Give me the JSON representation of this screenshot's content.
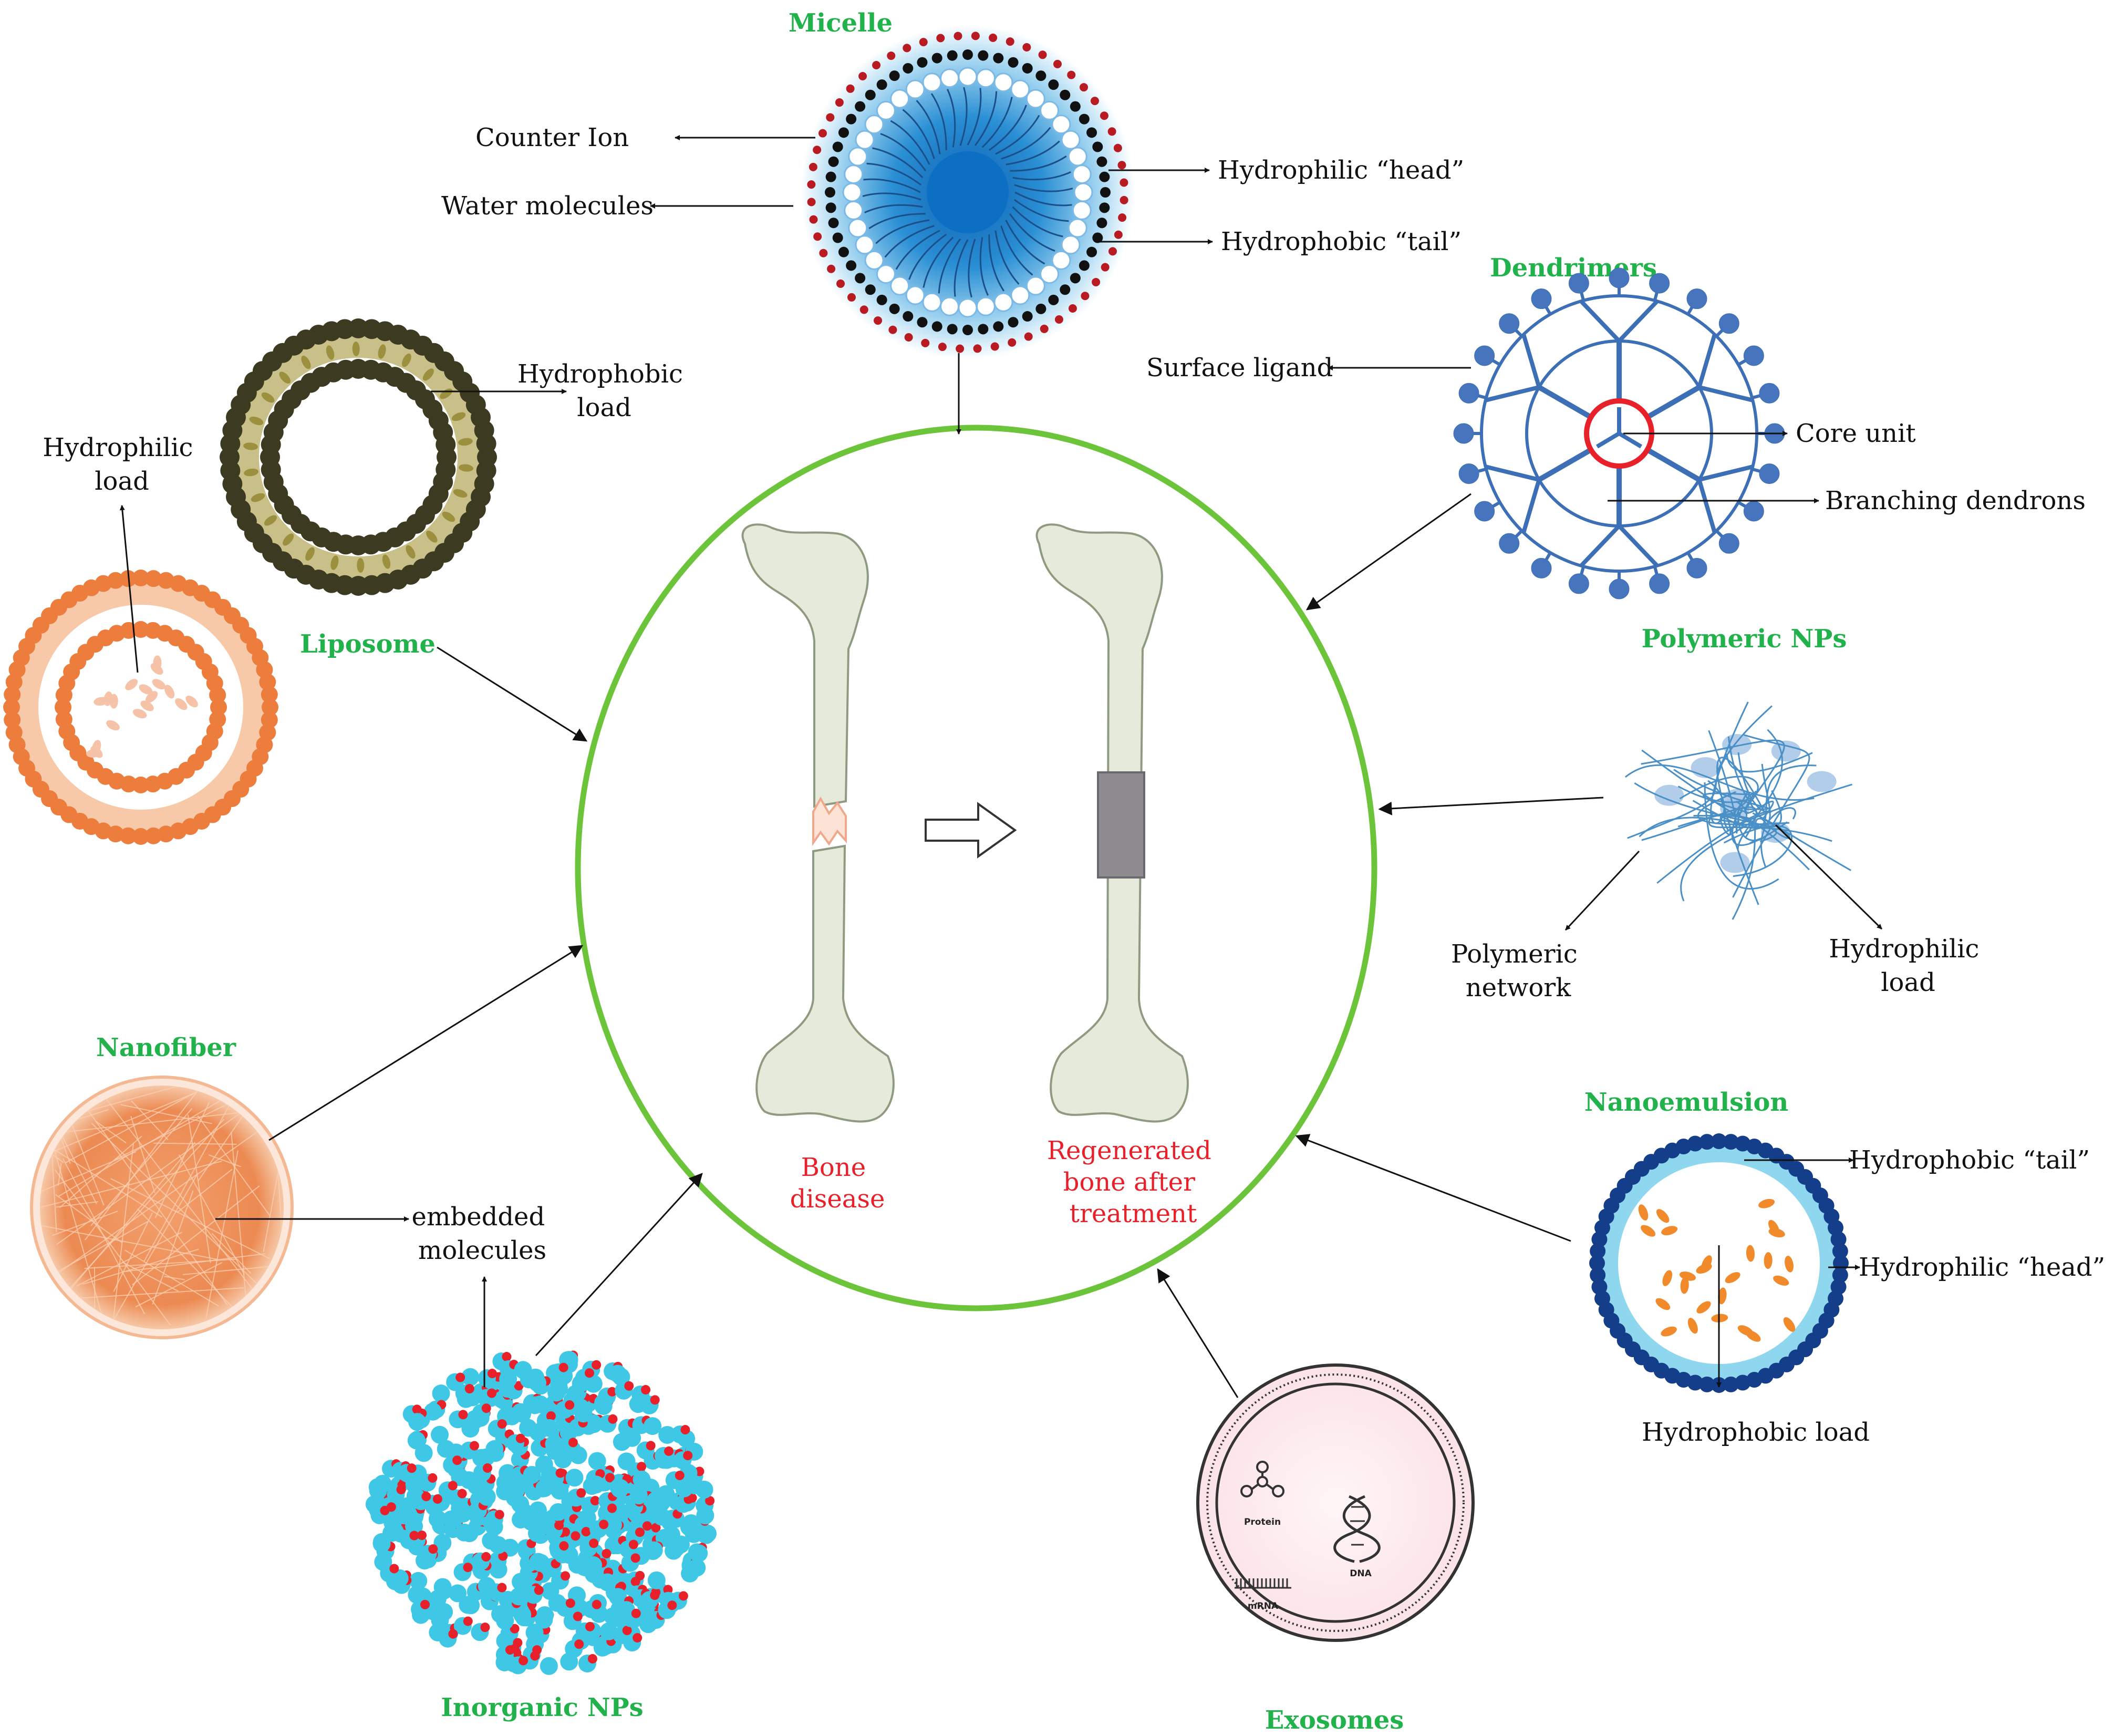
{
  "center": {
    "before_label": [
      "Bone",
      "disease"
    ],
    "after_label": [
      "Regenerated",
      "bone after",
      "treatment"
    ]
  },
  "micelle": {
    "title": "Micelle",
    "labels": {
      "counter_ion": "Counter Ion",
      "water": "Water molecules",
      "head": "Hydrophilic “head”",
      "tail": "Hydrophobic “tail”"
    }
  },
  "dendrimers": {
    "title": "Dendrimers",
    "labels": {
      "ligand": "Surface ligand",
      "core": "Core unit",
      "branch": "Branching dendrons"
    }
  },
  "liposome": {
    "title": "Liposome",
    "labels": {
      "hydrophobic": [
        "Hydrophobic",
        "load"
      ],
      "hydrophilic": [
        "Hydrophilic",
        "load"
      ]
    }
  },
  "polymeric": {
    "title": "Polymeric NPs",
    "labels": {
      "network": [
        "Polymeric",
        "network"
      ],
      "hydrophilic": [
        "Hydrophilic",
        "load"
      ]
    }
  },
  "nanofiber": {
    "title": "Nanofiber",
    "labels": {
      "embedded": [
        "embedded",
        "molecules"
      ]
    }
  },
  "nanoemulsion": {
    "title": "Nanoemulsion",
    "labels": {
      "tail": "Hydrophobic “tail”",
      "head": "Hydrophilic “head”",
      "load": "Hydrophobic load"
    }
  },
  "inorganic": {
    "title": "Inorganic NPs"
  },
  "exosomes": {
    "title": "Exosomes",
    "labels": {
      "protein": "Protein",
      "dna": "DNA",
      "mrna": "mRNA"
    }
  },
  "colors": {
    "title_green": "#22b24c",
    "ring_green": "#6cc43a",
    "disease_red": "#e8202a",
    "bone": "#e6eadb",
    "liposome_orange": "#ec7d3d",
    "liposome_dark": "#3d3a22",
    "dendrimer_blue": "#3d6fb6",
    "micelle_blue": "#0d6fc4",
    "nanoemulsion_navy": "#143d8a",
    "inorganic_cyan": "#3ec8e6",
    "inorganic_red": "#e8202a"
  }
}
